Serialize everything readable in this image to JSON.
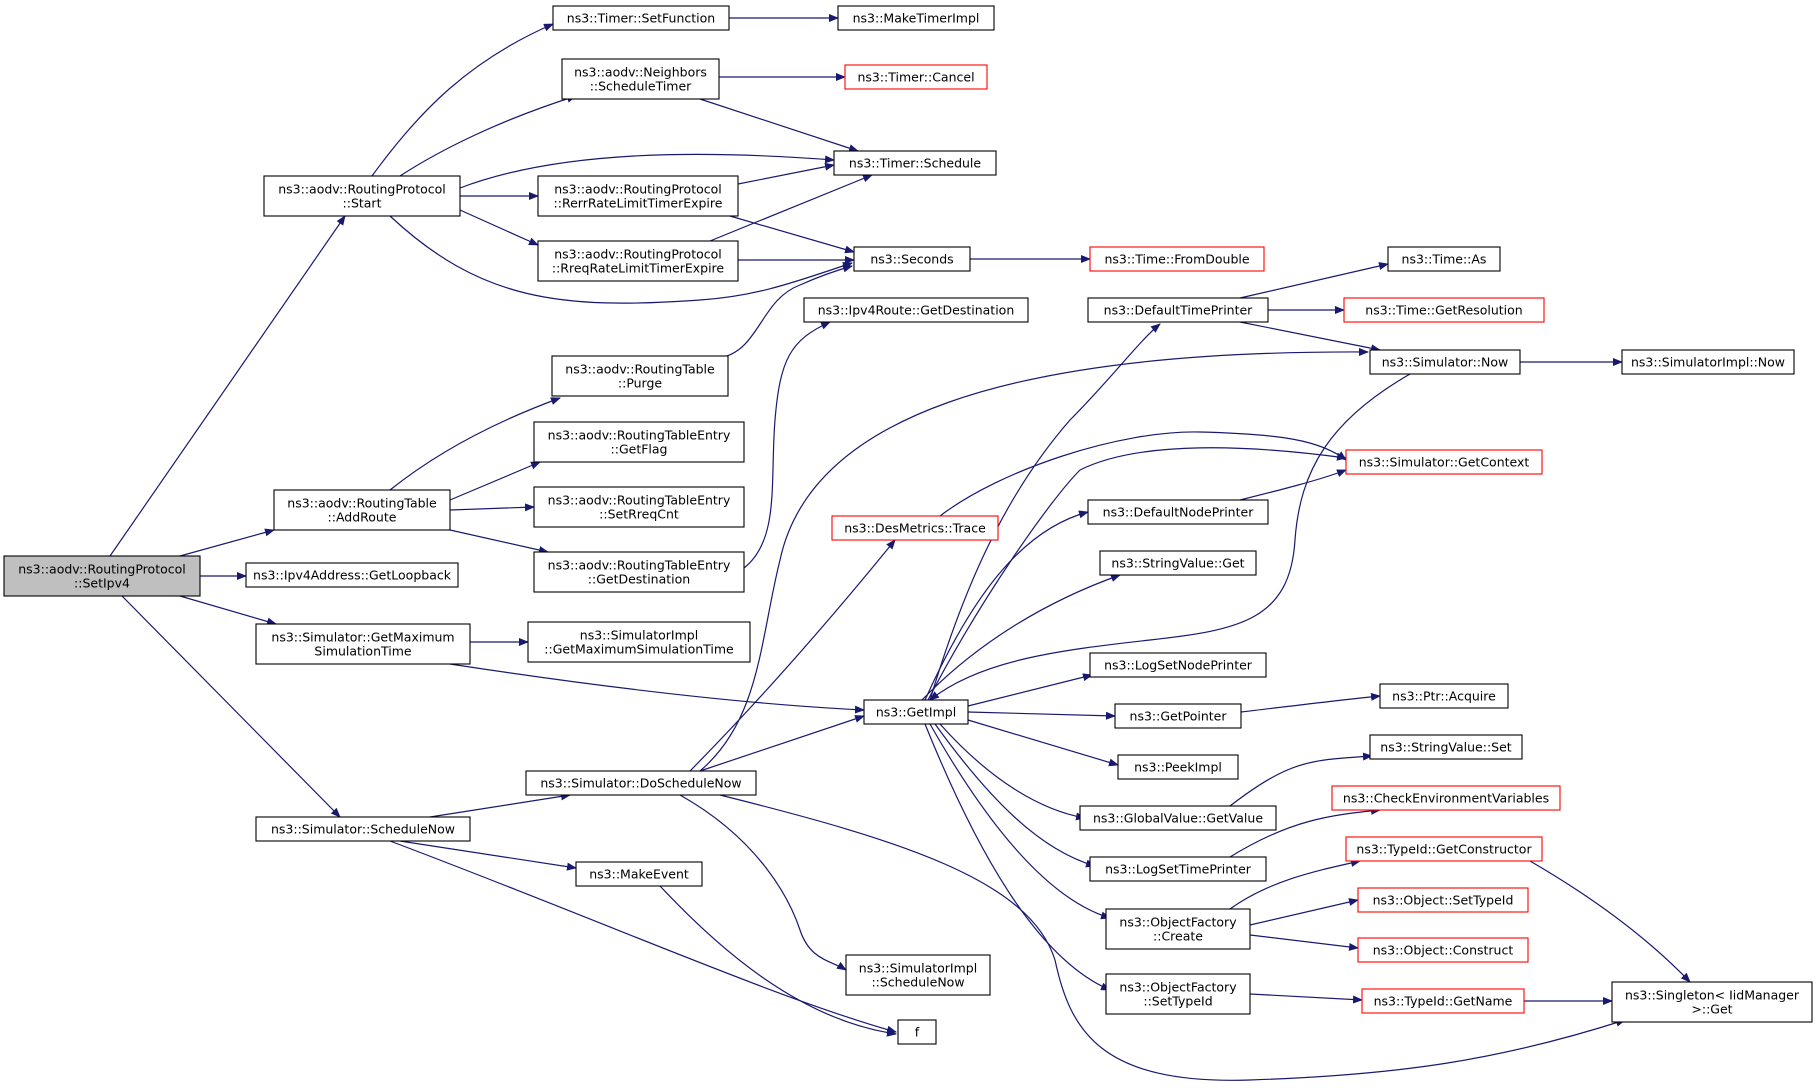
{
  "colors": {
    "edge": "#191970",
    "node_border": "#000000",
    "truncated_border": "#ff0000",
    "root_fill": "#bfbfbf"
  },
  "nodes": [
    {
      "id": "root",
      "lines": [
        "ns3::aodv::RoutingProtocol",
        "::SetIpv4"
      ],
      "style": "root"
    },
    {
      "id": "start",
      "lines": [
        "ns3::aodv::RoutingProtocol",
        "::Start"
      ],
      "style": "normal"
    },
    {
      "id": "addroute",
      "lines": [
        "ns3::aodv::RoutingTable",
        "::AddRoute"
      ],
      "style": "normal"
    },
    {
      "id": "loopback",
      "lines": [
        "ns3::Ipv4Address::GetLoopback"
      ],
      "style": "normal"
    },
    {
      "id": "getmax",
      "lines": [
        "ns3::Simulator::GetMaximum",
        "SimulationTime"
      ],
      "style": "normal"
    },
    {
      "id": "schednow",
      "lines": [
        "ns3::Simulator::ScheduleNow"
      ],
      "style": "normal"
    },
    {
      "id": "setfunc",
      "lines": [
        "ns3::Timer::SetFunction"
      ],
      "style": "normal"
    },
    {
      "id": "nbrsched",
      "lines": [
        "ns3::aodv::Neighbors",
        "::ScheduleTimer"
      ],
      "style": "normal"
    },
    {
      "id": "rerr",
      "lines": [
        "ns3::aodv::RoutingProtocol",
        "::RerrRateLimitTimerExpire"
      ],
      "style": "normal"
    },
    {
      "id": "rreq",
      "lines": [
        "ns3::aodv::RoutingProtocol",
        "::RreqRateLimitTimerExpire"
      ],
      "style": "normal"
    },
    {
      "id": "purge",
      "lines": [
        "ns3::aodv::RoutingTable",
        "::Purge"
      ],
      "style": "normal"
    },
    {
      "id": "getflag",
      "lines": [
        "ns3::aodv::RoutingTableEntry",
        "::GetFlag"
      ],
      "style": "normal"
    },
    {
      "id": "setreq",
      "lines": [
        "ns3::aodv::RoutingTableEntry",
        "::SetRreqCnt"
      ],
      "style": "normal"
    },
    {
      "id": "getdestE",
      "lines": [
        "ns3::aodv::RoutingTableEntry",
        "::GetDestination"
      ],
      "style": "normal"
    },
    {
      "id": "simimplmax",
      "lines": [
        "ns3::SimulatorImpl",
        "::GetMaximumSimulationTime"
      ],
      "style": "normal"
    },
    {
      "id": "dosched",
      "lines": [
        "ns3::Simulator::DoScheduleNow"
      ],
      "style": "normal"
    },
    {
      "id": "makeevent",
      "lines": [
        "ns3::MakeEvent"
      ],
      "style": "normal"
    },
    {
      "id": "maketimer",
      "lines": [
        "ns3::MakeTimerImpl"
      ],
      "style": "normal"
    },
    {
      "id": "cancel",
      "lines": [
        "ns3::Timer::Cancel"
      ],
      "style": "truncated"
    },
    {
      "id": "schedule",
      "lines": [
        "ns3::Timer::Schedule"
      ],
      "style": "normal"
    },
    {
      "id": "seconds",
      "lines": [
        "ns3::Seconds"
      ],
      "style": "normal"
    },
    {
      "id": "ipv4dest",
      "lines": [
        "ns3::Ipv4Route::GetDestination"
      ],
      "style": "normal"
    },
    {
      "id": "trace",
      "lines": [
        "ns3::DesMetrics::Trace"
      ],
      "style": "truncated"
    },
    {
      "id": "getimpl",
      "lines": [
        "ns3::GetImpl"
      ],
      "style": "normal"
    },
    {
      "id": "simimplsched",
      "lines": [
        "ns3::SimulatorImpl",
        "::ScheduleNow"
      ],
      "style": "normal"
    },
    {
      "id": "f",
      "lines": [
        "f"
      ],
      "style": "normal"
    },
    {
      "id": "fromdouble",
      "lines": [
        "ns3::Time::FromDouble"
      ],
      "style": "truncated"
    },
    {
      "id": "deftime",
      "lines": [
        "ns3::DefaultTimePrinter"
      ],
      "style": "normal"
    },
    {
      "id": "defnode",
      "lines": [
        "ns3::DefaultNodePrinter"
      ],
      "style": "normal"
    },
    {
      "id": "strget",
      "lines": [
        "ns3::StringValue::Get"
      ],
      "style": "normal"
    },
    {
      "id": "lognode",
      "lines": [
        "ns3::LogSetNodePrinter"
      ],
      "style": "normal"
    },
    {
      "id": "getptr",
      "lines": [
        "ns3::GetPointer"
      ],
      "style": "normal"
    },
    {
      "id": "peekimpl",
      "lines": [
        "ns3::PeekImpl"
      ],
      "style": "normal"
    },
    {
      "id": "gvget",
      "lines": [
        "ns3::GlobalValue::GetValue"
      ],
      "style": "normal"
    },
    {
      "id": "logtime",
      "lines": [
        "ns3::LogSetTimePrinter"
      ],
      "style": "normal"
    },
    {
      "id": "ofcreate",
      "lines": [
        "ns3::ObjectFactory",
        "::Create"
      ],
      "style": "normal"
    },
    {
      "id": "ofsettype",
      "lines": [
        "ns3::ObjectFactory",
        "::SetTypeId"
      ],
      "style": "normal"
    },
    {
      "id": "timeas",
      "lines": [
        "ns3::Time::As"
      ],
      "style": "normal"
    },
    {
      "id": "getres",
      "lines": [
        "ns3::Time::GetResolution"
      ],
      "style": "truncated"
    },
    {
      "id": "simnow",
      "lines": [
        "ns3::Simulator::Now"
      ],
      "style": "normal"
    },
    {
      "id": "getctx",
      "lines": [
        "ns3::Simulator::GetContext"
      ],
      "style": "truncated"
    },
    {
      "id": "ptracq",
      "lines": [
        "ns3::Ptr::Acquire"
      ],
      "style": "normal"
    },
    {
      "id": "strset",
      "lines": [
        "ns3::StringValue::Set"
      ],
      "style": "normal"
    },
    {
      "id": "checkenv",
      "lines": [
        "ns3::CheckEnvironmentVariables"
      ],
      "style": "truncated"
    },
    {
      "id": "getctor",
      "lines": [
        "ns3::TypeId::GetConstructor"
      ],
      "style": "truncated"
    },
    {
      "id": "objsettype",
      "lines": [
        "ns3::Object::SetTypeId"
      ],
      "style": "truncated"
    },
    {
      "id": "objconstruct",
      "lines": [
        "ns3::Object::Construct"
      ],
      "style": "truncated"
    },
    {
      "id": "tidname",
      "lines": [
        "ns3::TypeId::GetName"
      ],
      "style": "truncated"
    },
    {
      "id": "simimplnow",
      "lines": [
        "ns3::SimulatorImpl::Now"
      ],
      "style": "normal"
    },
    {
      "id": "singleton",
      "lines": [
        "ns3::Singleton< IidManager",
        ">::Get"
      ],
      "style": "normal"
    }
  ],
  "edges": [
    {
      "from": "root",
      "to": "start"
    },
    {
      "from": "root",
      "to": "addroute"
    },
    {
      "from": "root",
      "to": "loopback"
    },
    {
      "from": "root",
      "to": "getmax"
    },
    {
      "from": "root",
      "to": "schednow"
    },
    {
      "from": "start",
      "to": "setfunc"
    },
    {
      "from": "start",
      "to": "nbrsched"
    },
    {
      "from": "start",
      "to": "schedule"
    },
    {
      "from": "start",
      "to": "rerr"
    },
    {
      "from": "start",
      "to": "rreq"
    },
    {
      "from": "start",
      "to": "seconds"
    },
    {
      "from": "setfunc",
      "to": "maketimer"
    },
    {
      "from": "nbrsched",
      "to": "cancel"
    },
    {
      "from": "nbrsched",
      "to": "schedule"
    },
    {
      "from": "rerr",
      "to": "schedule"
    },
    {
      "from": "rerr",
      "to": "seconds"
    },
    {
      "from": "rreq",
      "to": "schedule"
    },
    {
      "from": "rreq",
      "to": "seconds"
    },
    {
      "from": "seconds",
      "to": "fromdouble"
    },
    {
      "from": "addroute",
      "to": "purge"
    },
    {
      "from": "addroute",
      "to": "getflag"
    },
    {
      "from": "addroute",
      "to": "setreq"
    },
    {
      "from": "addroute",
      "to": "getdestE"
    },
    {
      "from": "purge",
      "to": "seconds"
    },
    {
      "from": "getdestE",
      "to": "ipv4dest"
    },
    {
      "from": "getmax",
      "to": "simimplmax"
    },
    {
      "from": "getmax",
      "to": "getimpl"
    },
    {
      "from": "schednow",
      "to": "dosched"
    },
    {
      "from": "schednow",
      "to": "makeevent"
    },
    {
      "from": "schednow",
      "to": "f"
    },
    {
      "from": "makeevent",
      "to": "f"
    },
    {
      "from": "dosched",
      "to": "trace"
    },
    {
      "from": "dosched",
      "to": "simnow"
    },
    {
      "from": "dosched",
      "to": "getimpl"
    },
    {
      "from": "dosched",
      "to": "simimplsched"
    },
    {
      "from": "dosched",
      "to": "singleton"
    },
    {
      "from": "trace",
      "to": "getctx"
    },
    {
      "from": "getimpl",
      "to": "deftime"
    },
    {
      "from": "getimpl",
      "to": "getctx"
    },
    {
      "from": "getimpl",
      "to": "defnode"
    },
    {
      "from": "getimpl",
      "to": "strget"
    },
    {
      "from": "getimpl",
      "to": "lognode"
    },
    {
      "from": "getimpl",
      "to": "getptr"
    },
    {
      "from": "getimpl",
      "to": "peekimpl"
    },
    {
      "from": "getimpl",
      "to": "gvget"
    },
    {
      "from": "getimpl",
      "to": "logtime"
    },
    {
      "from": "getimpl",
      "to": "ofcreate"
    },
    {
      "from": "getimpl",
      "to": "ofsettype"
    },
    {
      "from": "simnow",
      "to": "getimpl"
    },
    {
      "from": "deftime",
      "to": "timeas"
    },
    {
      "from": "deftime",
      "to": "getres"
    },
    {
      "from": "deftime",
      "to": "simnow"
    },
    {
      "from": "simnow",
      "to": "simimplnow"
    },
    {
      "from": "defnode",
      "to": "getctx"
    },
    {
      "from": "getptr",
      "to": "ptracq"
    },
    {
      "from": "gvget",
      "to": "strset"
    },
    {
      "from": "logtime",
      "to": "checkenv"
    },
    {
      "from": "ofcreate",
      "to": "getctor"
    },
    {
      "from": "ofcreate",
      "to": "objsettype"
    },
    {
      "from": "ofcreate",
      "to": "objconstruct"
    },
    {
      "from": "ofsettype",
      "to": "tidname"
    },
    {
      "from": "getctor",
      "to": "singleton"
    },
    {
      "from": "tidname",
      "to": "singleton"
    }
  ]
}
